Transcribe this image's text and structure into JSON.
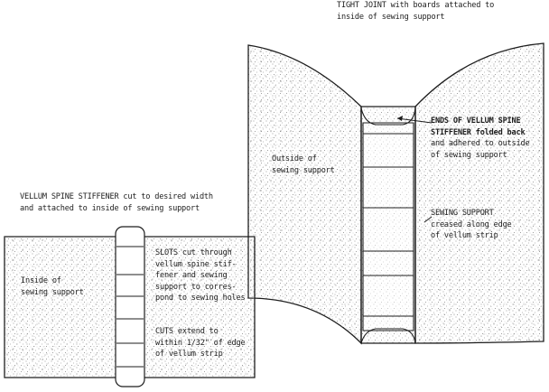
{
  "labels": {
    "tight_joint": [
      "TIGHT JOINT with boards attached to",
      "inside of sewing support"
    ],
    "ends_of_vellum": [
      "ENDS OF VELLUM SPINE",
      "STIFFENER folded back",
      "and adhered to outside",
      "of sewing support"
    ],
    "outside_support": [
      "Outside of",
      "sewing support"
    ],
    "sewing_support": [
      "SEWING SUPPORT",
      "creased along edge",
      "of vellum strip"
    ],
    "vellum_stiffener": [
      "VELLUM SPINE STIFFENER cut to desired width",
      "and attached to inside of sewing support"
    ],
    "inside_support": [
      "Inside of",
      "sewing support"
    ],
    "slots": [
      "SLOTS cut through",
      "vellum spine stif-",
      "fener and sewing",
      "support to corres-",
      "pond to sewing holes"
    ],
    "cuts": [
      "CUTS extend to",
      "within 1/32\" of edge",
      "of vellum strip"
    ]
  },
  "colors": {
    "ink": "#1d1d1d",
    "paper_stipple": "#8a8a8a",
    "background": "#ffffff"
  }
}
